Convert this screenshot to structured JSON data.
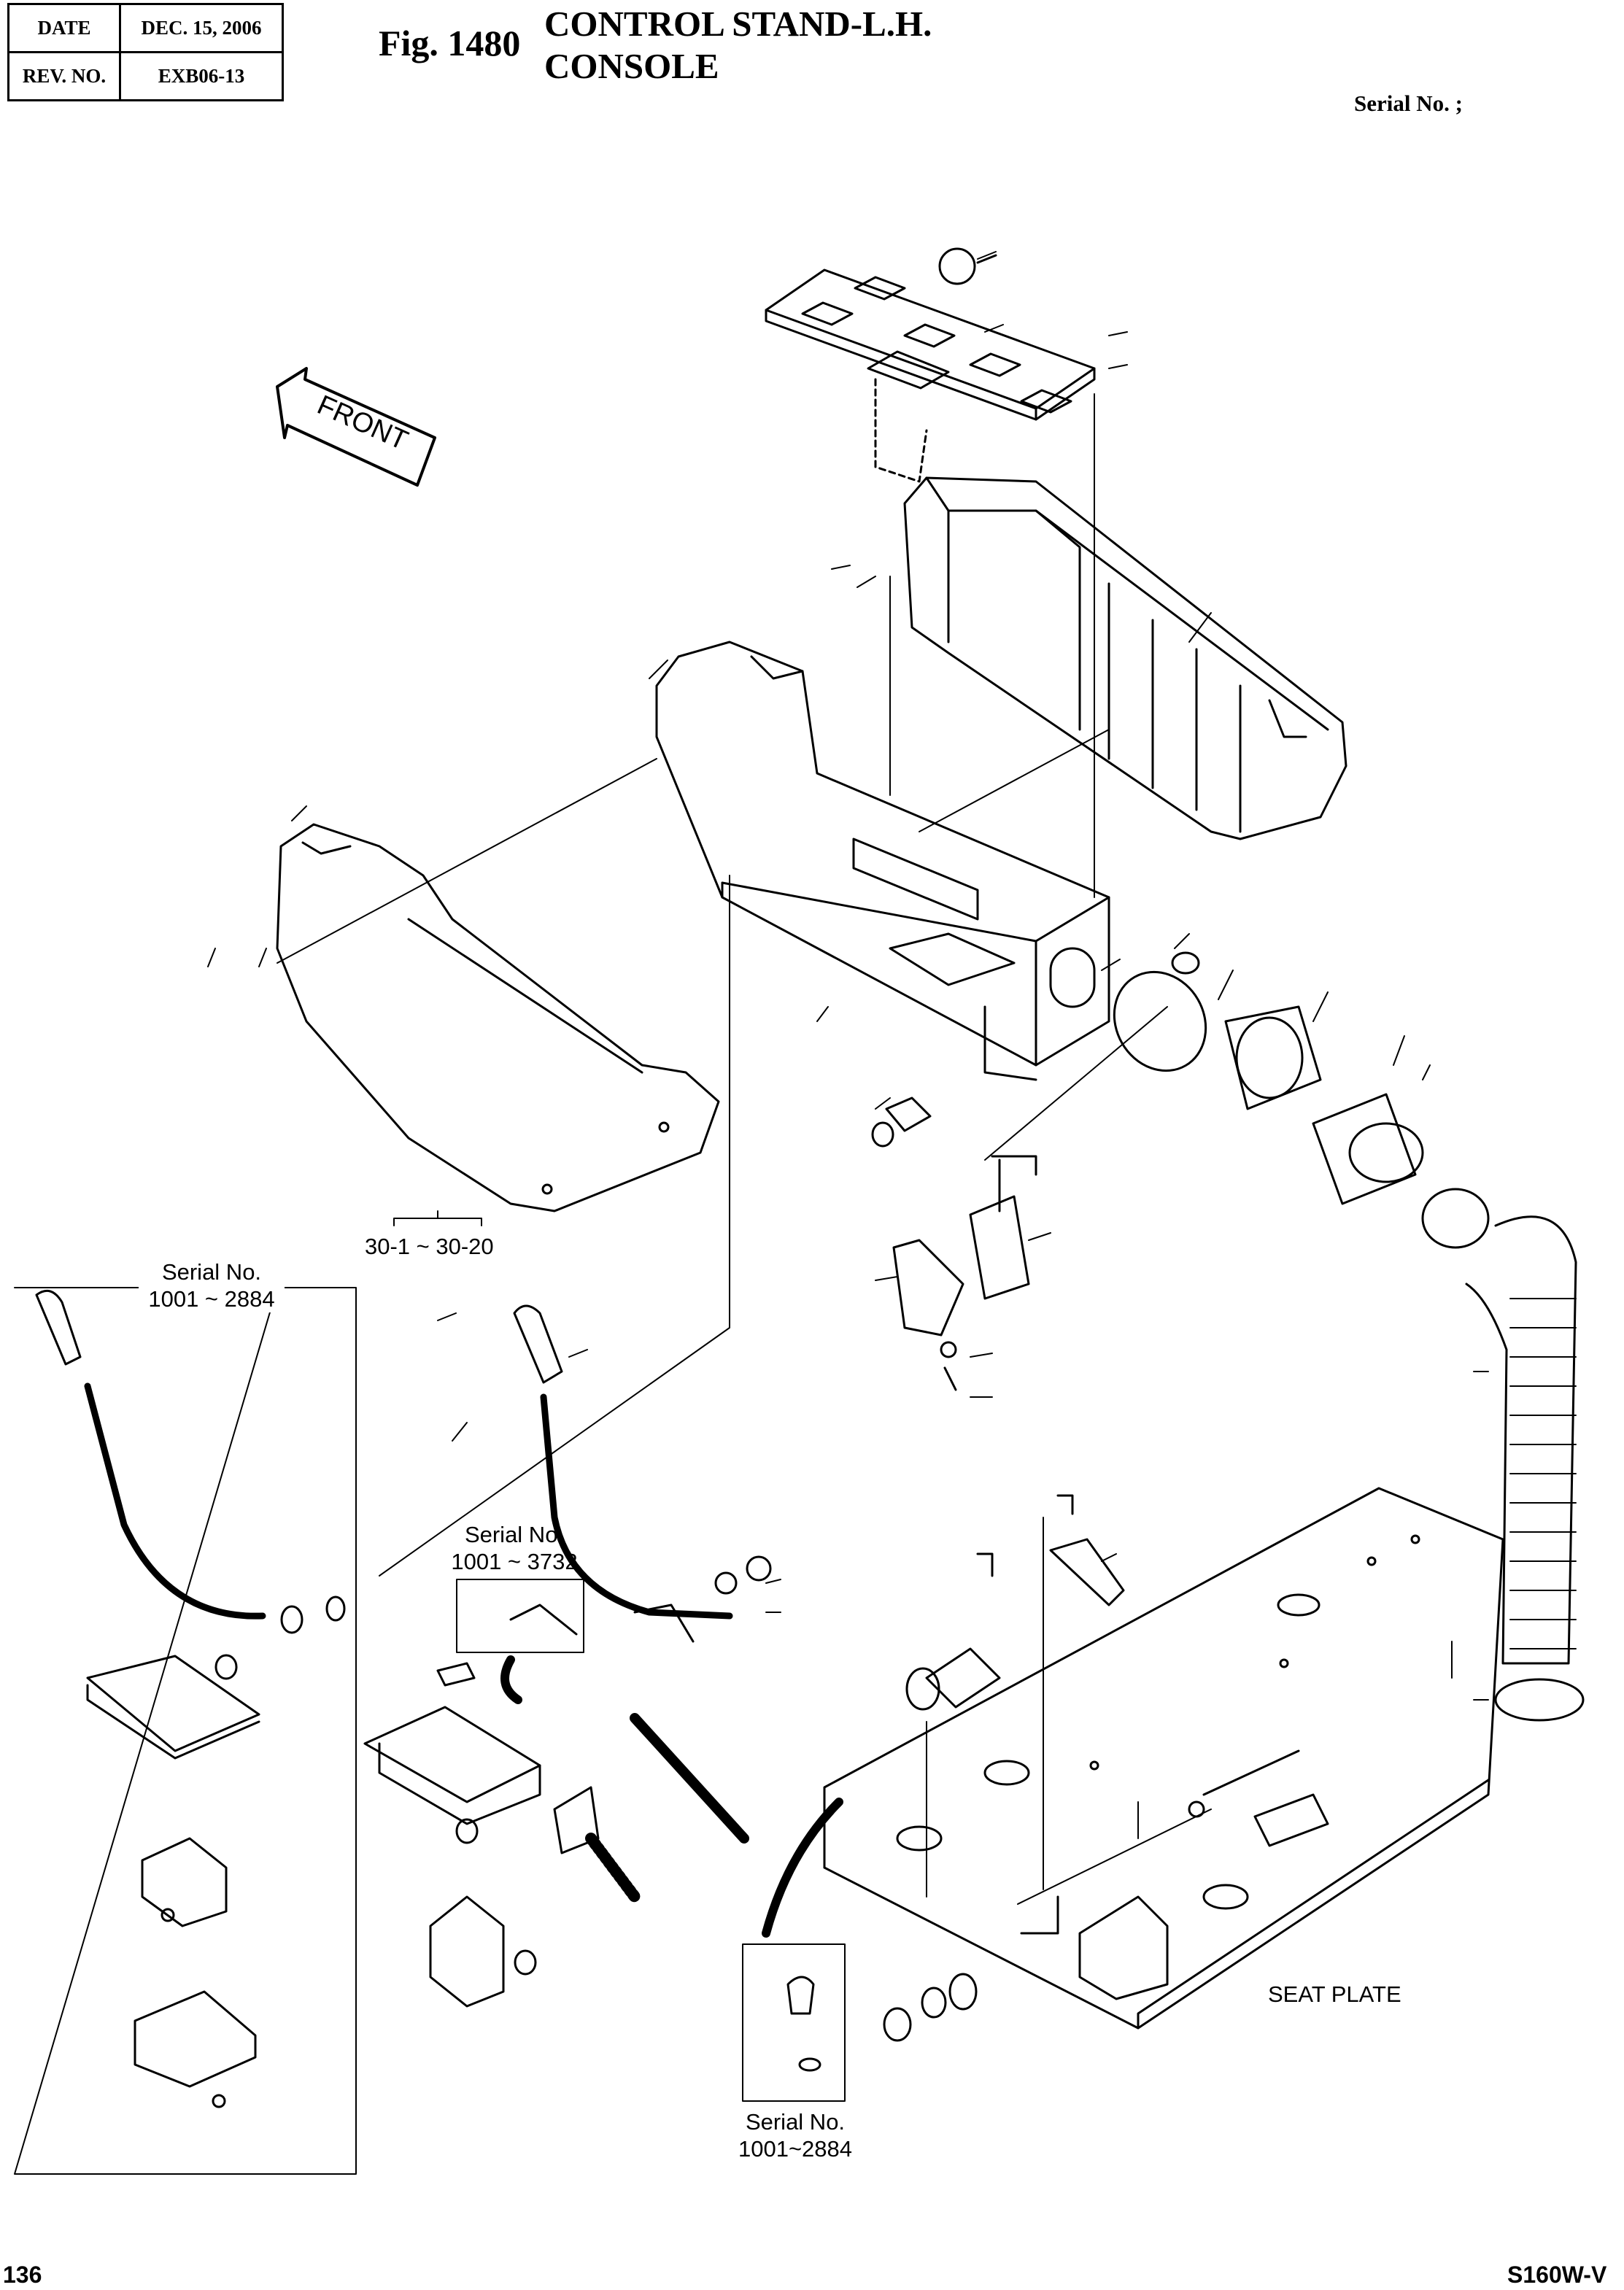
{
  "header": {
    "date_label": "DATE",
    "date_value": "DEC. 15, 2006",
    "rev_label": "REV. NO.",
    "rev_value": "EXB06-13"
  },
  "figure": {
    "number": "Fig. 1480",
    "title_line1": "CONTROL STAND-L.H.",
    "title_line2": "CONSOLE",
    "serial": "Serial No. ;"
  },
  "labels": {
    "front": "FRONT",
    "range": "30-1  ~  30-20",
    "serial_box_left_title": "Serial No.",
    "serial_box_left_range": "1001 ~ 2884",
    "serial_mid_title": "Serial No.",
    "serial_mid_range": "1001 ~ 3732",
    "serial_bottom_title": "Serial No.",
    "serial_bottom_range": "1001~2884",
    "seat_plate": "SEAT PLATE"
  },
  "footer": {
    "page": "136",
    "model": "S160W-V"
  }
}
